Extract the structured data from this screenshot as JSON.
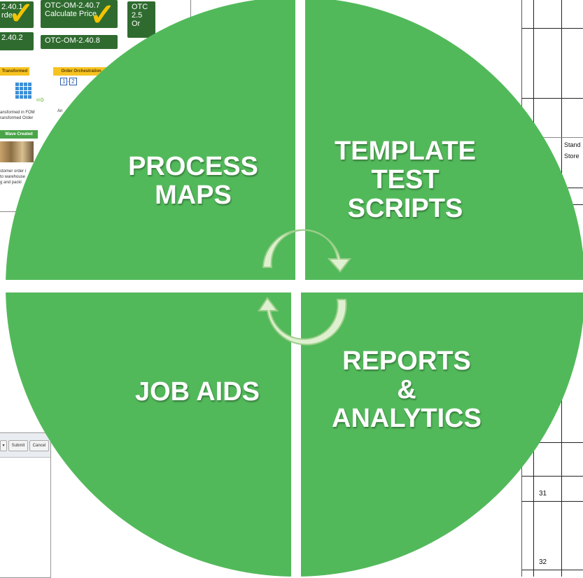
{
  "quadrants": {
    "top_left": {
      "lines": [
        "PROCESS",
        "MAPS"
      ]
    },
    "top_right": {
      "lines": [
        "TEMPLATE",
        "TEST",
        "SCRIPTS"
      ]
    },
    "bottom_left": {
      "lines": [
        "JOB AIDS"
      ]
    },
    "bottom_right": {
      "lines": [
        "REPORTS",
        "&",
        "ANALYTICS"
      ]
    }
  },
  "colors": {
    "wheel_green": "#52b95a",
    "divider": "#ffffff",
    "arrow_fill": "#dff0d0",
    "arrow_stroke": "#9bcf8a"
  },
  "background": {
    "process_map": {
      "boxes": [
        "2.40.1",
        "OTC-OM-2.40.7",
        "Calculate Price",
        "OTC",
        "2.5",
        "2.40.2",
        "OTC-OM-2.40.8",
        "rder",
        "Or"
      ],
      "tabs": [
        "Transformed",
        "Order Orchestration",
        "Wave Created"
      ],
      "steps": [
        "1",
        "2"
      ],
      "notes": [
        "ansformed in FOM",
        "ransformed Order",
        "stomer order i",
        "to warehouse",
        "g and packi",
        "An"
      ]
    },
    "spreadsheet": {
      "cells": [
        "Stand",
        "Store"
      ],
      "row_numbers": [
        "31",
        "32"
      ]
    },
    "job_aid": {
      "buttons": [
        "Submit",
        "Cancel"
      ],
      "dropdown_glyph": "▾"
    }
  }
}
